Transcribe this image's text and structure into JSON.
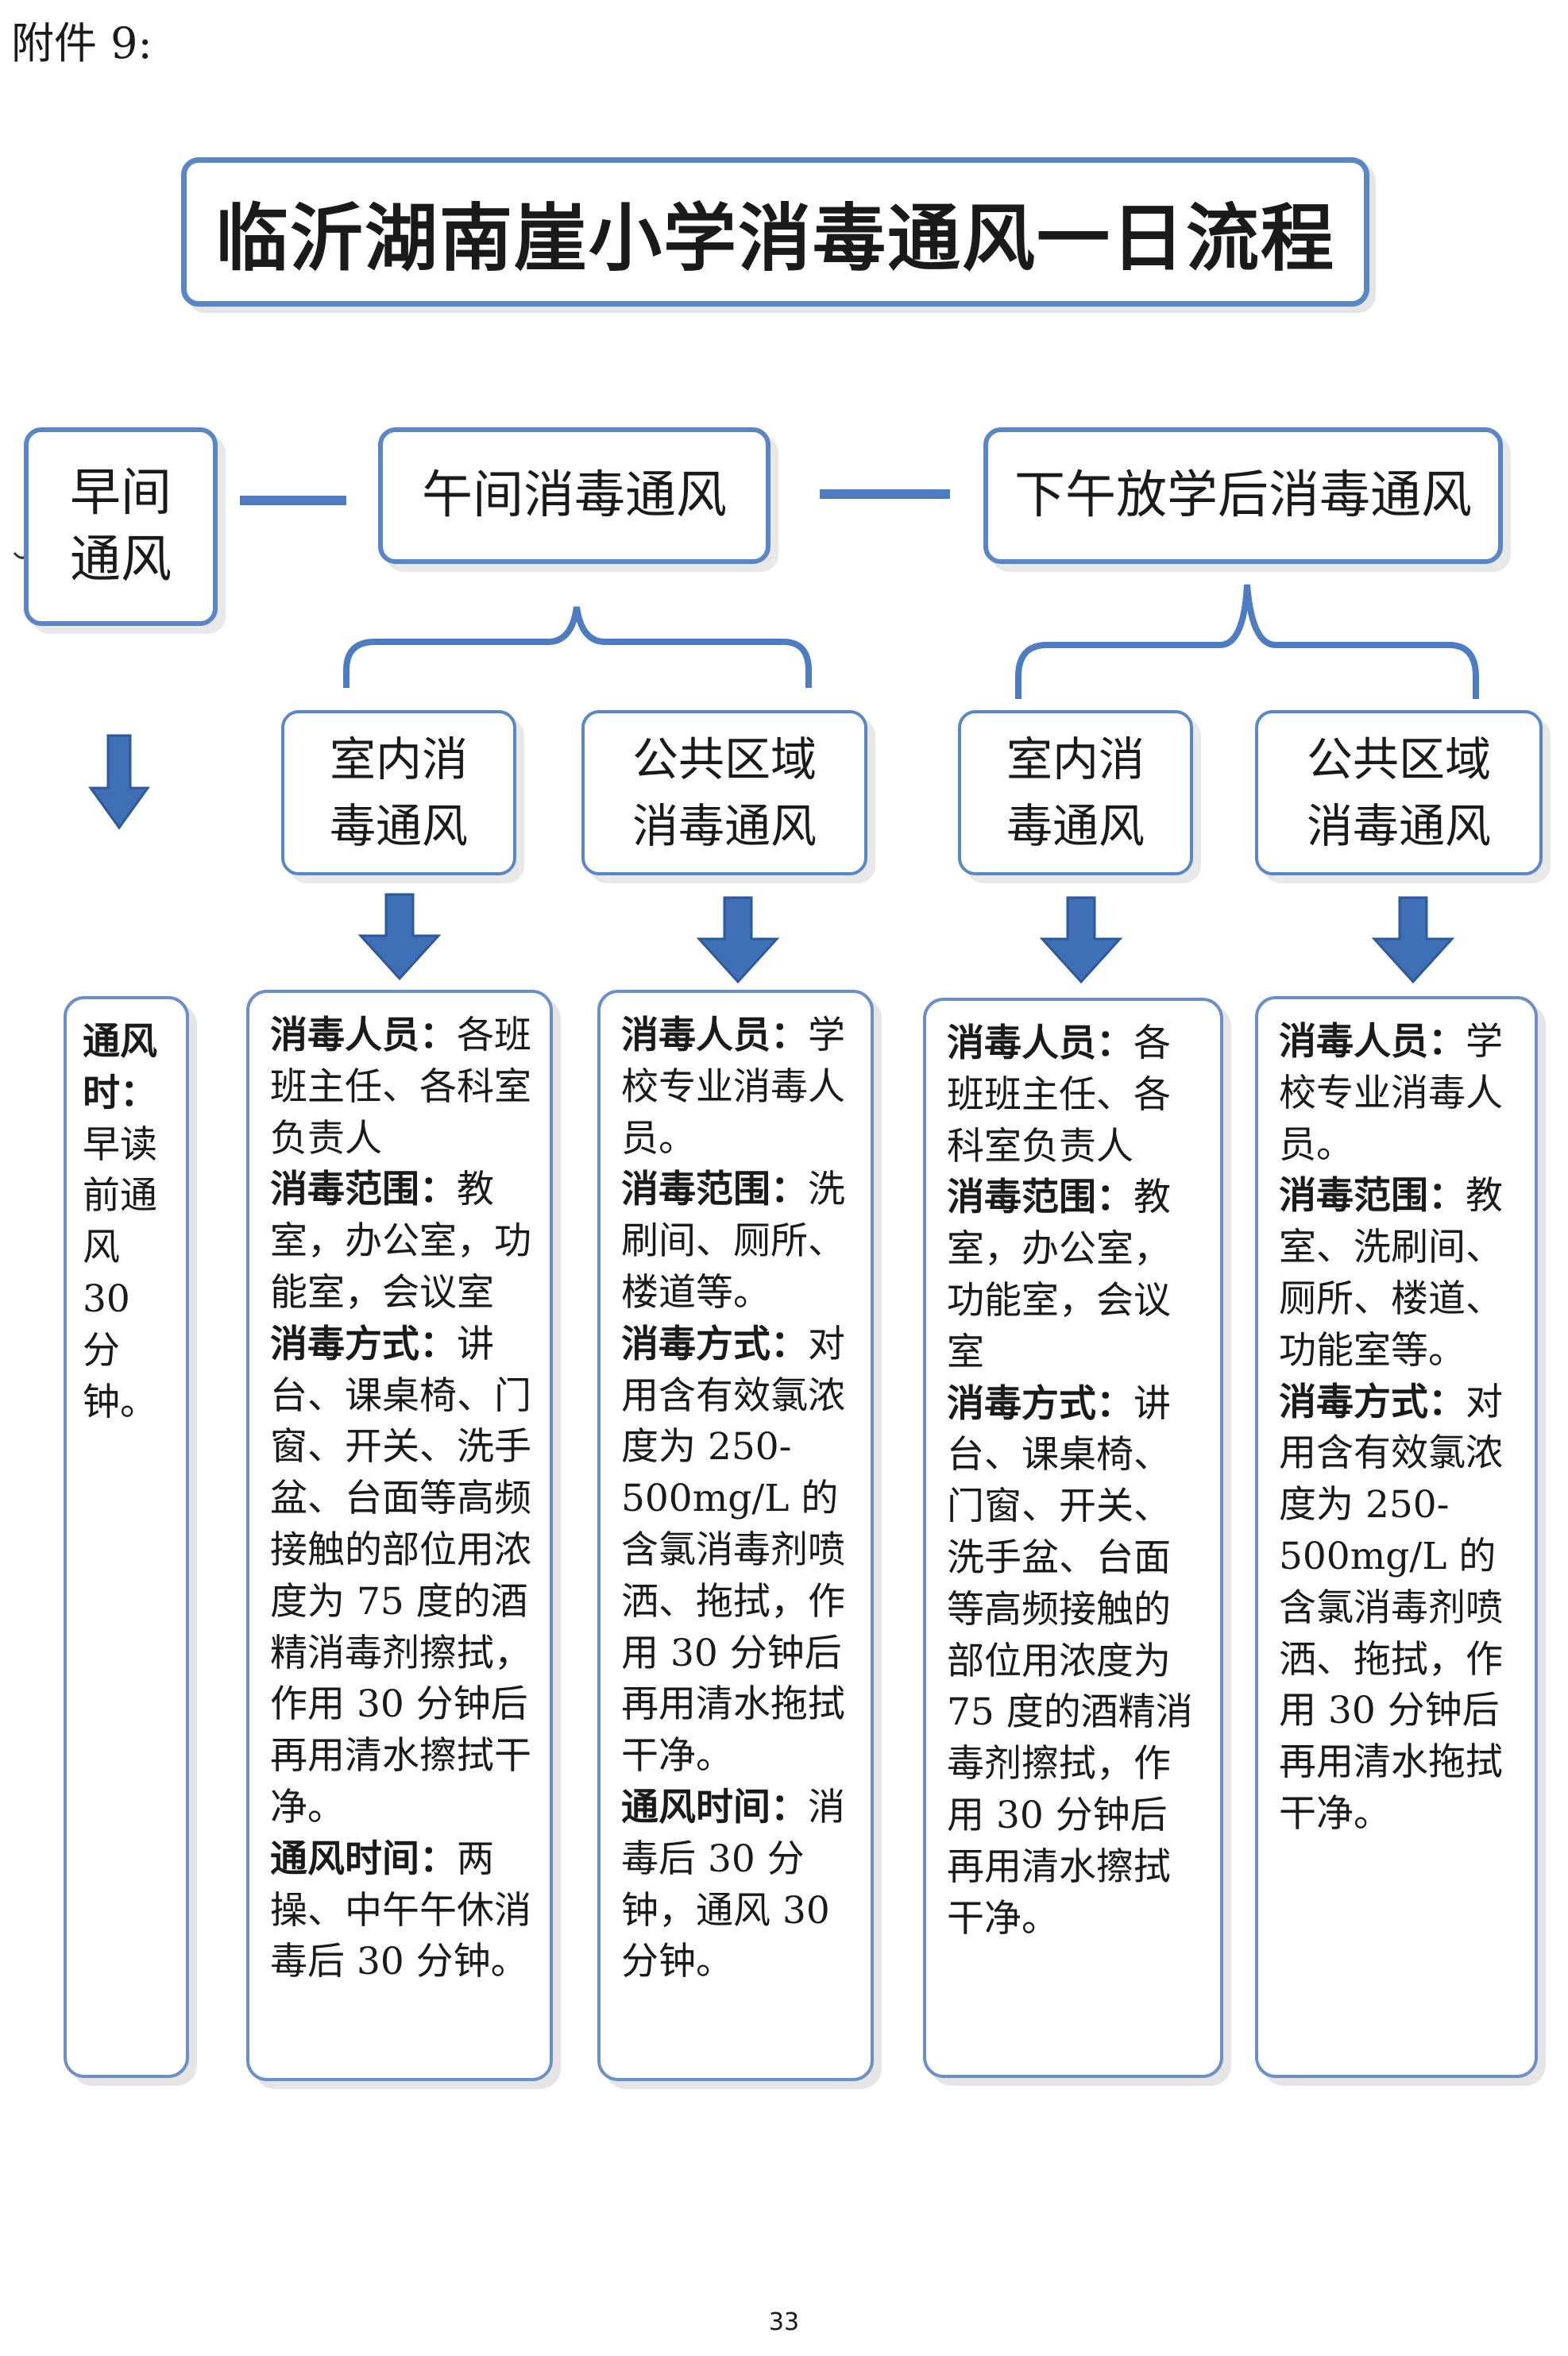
{
  "attachment_label": "附件 9:",
  "title": "临沂湖南崖小学消毒通风一日流程",
  "top_nodes": {
    "morning": [
      "早间",
      "通风"
    ],
    "noon": "午间消毒通风",
    "afternoon": "下午放学后消毒通风"
  },
  "sub_nodes": {
    "noon_indoor": [
      "室内消",
      "毒通风"
    ],
    "noon_public": [
      "公共区域",
      "消毒通风"
    ],
    "pm_indoor": [
      "室内消",
      "毒通风"
    ],
    "pm_public": [
      "公共区域",
      "消毒通风"
    ]
  },
  "detail_boxes": {
    "morning": [
      {
        "label": "通风时：",
        "text": "早读前通风 30 分钟。"
      }
    ],
    "noon_indoor": [
      {
        "label": "消毒人员：",
        "text": "各班班主任、各科室负责人"
      },
      {
        "label": "消毒范围：",
        "text": "教室，办公室，功能室，会议室"
      },
      {
        "label": "消毒方式：",
        "text": "讲台、课桌椅、门窗、开关、洗手盆、台面等高频接触的部位用浓度为 75 度的酒精消毒剂擦拭，作用 30 分钟后再用清水擦拭干净。"
      },
      {
        "label": "通风时间：",
        "text": "两操、中午午休消毒后 30 分钟。"
      }
    ],
    "noon_public": [
      {
        "label": "消毒人员：",
        "text": "学校专业消毒人员。"
      },
      {
        "label": "消毒范围：",
        "text": "洗刷间、厕所、楼道等。"
      },
      {
        "label": "消毒方式：",
        "text": "对用含有效氯浓度为 250-500mg/L 的含氯消毒剂喷洒、拖拭，作用 30 分钟后再用清水拖拭干净。"
      },
      {
        "label": "通风时间：",
        "text": "消毒后 30 分钟，通风 30 分钟。"
      }
    ],
    "pm_indoor": [
      {
        "label": "消毒人员：",
        "text": "各班班主任、各科室负责人"
      },
      {
        "label": "消毒范围：",
        "text": "教室，办公室，功能室，会议室"
      },
      {
        "label": "消毒方式：",
        "text": "讲台、课桌椅、门窗、开关、洗手盆、台面等高频接触的部位用浓度为 75 度的酒精消毒剂擦拭，作用 30 分钟后再用清水擦拭干净。"
      }
    ],
    "pm_public": [
      {
        "label": "消毒人员：",
        "text": "学校专业消毒人员。"
      },
      {
        "label": "消毒范围：",
        "text": "教室、洗刷间、厕所、楼道、功能室等。"
      },
      {
        "label": "消毒方式：",
        "text": "对用含有效氯浓度为 250-500mg/L 的含氯消毒剂喷洒、拖拭，作用 30 分钟后再用清水拖拭干净。"
      }
    ]
  },
  "page_number": "33",
  "colors": {
    "border": "#5b86c5",
    "arrow": "#3f6fb5",
    "connector": "#4d7cc0"
  }
}
